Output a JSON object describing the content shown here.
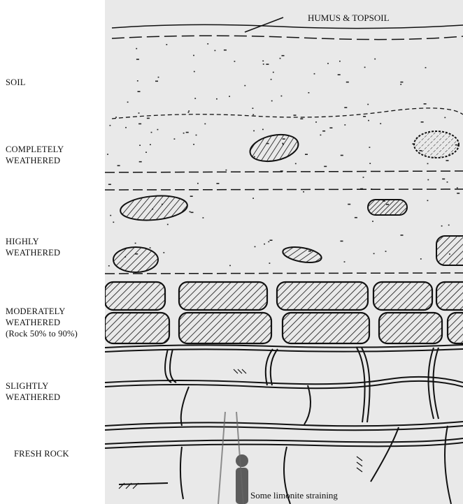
{
  "diagram": {
    "top_label": "HUMUS & TOPSOIL",
    "bottom_caption": "Some limonite straining",
    "zones": [
      {
        "id": "soil",
        "label": "SOIL"
      },
      {
        "id": "completely",
        "label": "COMPLETELY\nWEATHERED"
      },
      {
        "id": "highly",
        "label": "HIGHLY\nWEATHERED"
      },
      {
        "id": "moderately",
        "label": "MODERATELY\nWEATHERED\n(Rock 50% to 90%)"
      },
      {
        "id": "slightly",
        "label": "SLIGHTLY\nWEATHERED"
      },
      {
        "id": "fresh",
        "label": "FRESH ROCK"
      }
    ]
  },
  "colors": {
    "background": "#ffffff",
    "panel": "#e9e9e9",
    "ink": "#111111"
  }
}
